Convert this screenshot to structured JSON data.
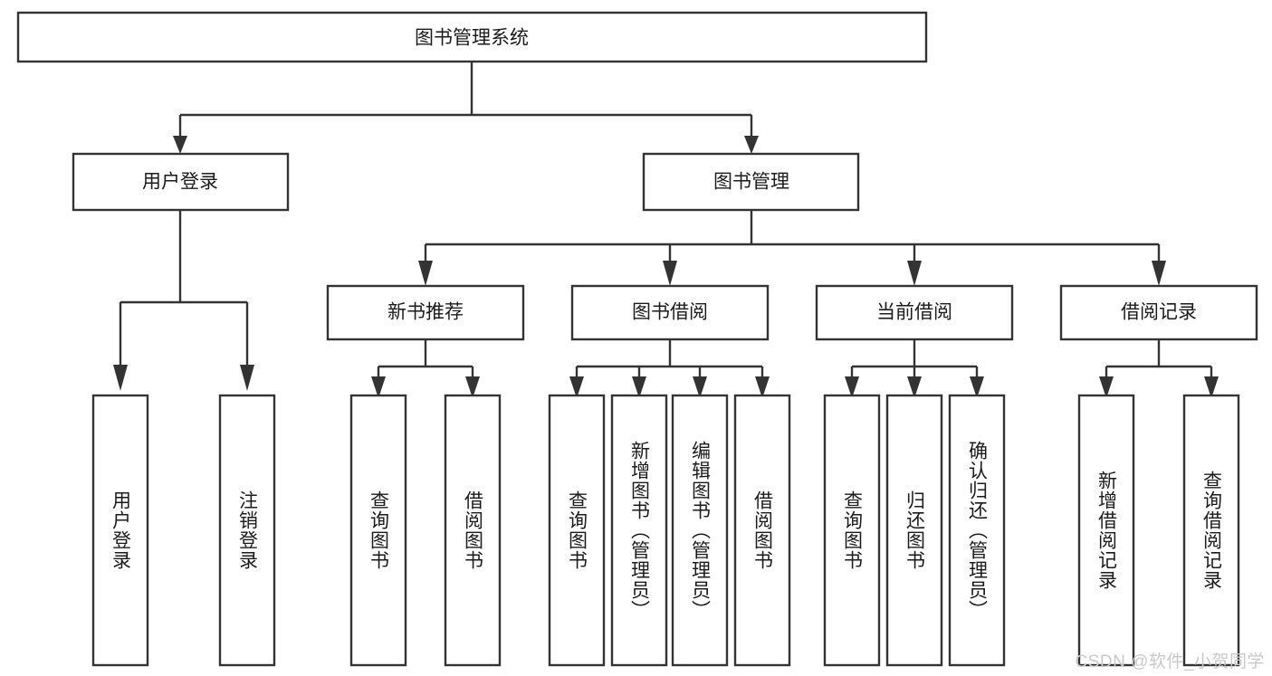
{
  "diagram": {
    "type": "tree-hierarchy-flowchart",
    "title": "图书管理系统",
    "colors": {
      "background": "#ffffff",
      "box_border": "#333333",
      "box_fill": "#ffffff",
      "text": "#1b1b1b",
      "connector": "#333333",
      "watermark": "#c9c9c9"
    },
    "levels": {
      "root": {
        "label": "图书管理系统"
      },
      "level2": [
        {
          "label": "用户登录"
        },
        {
          "label": "图书管理"
        }
      ],
      "level3": [
        {
          "label": "新书推荐"
        },
        {
          "label": "图书借阅"
        },
        {
          "label": "当前借阅"
        },
        {
          "label": "借阅记录"
        }
      ],
      "leaves_user_login": [
        {
          "label": "用户登录"
        },
        {
          "label": "注销登录"
        }
      ],
      "leaves_new_book": [
        {
          "label": "查询图书"
        },
        {
          "label": "借阅图书"
        }
      ],
      "leaves_book_borrow": [
        {
          "label": "查询图书"
        },
        {
          "label": "新增图书（管理员）"
        },
        {
          "label": "编辑图书（管理员）"
        },
        {
          "label": "借阅图书"
        }
      ],
      "leaves_current_borrow": [
        {
          "label": "查询图书"
        },
        {
          "label": "归还图书"
        },
        {
          "label": "确认归还（管理员）"
        }
      ],
      "leaves_borrow_record": [
        {
          "label": "新增借阅记录"
        },
        {
          "label": "查询借阅记录"
        }
      ]
    }
  },
  "watermark": {
    "text": "CSDN @软件_小贺同学"
  }
}
